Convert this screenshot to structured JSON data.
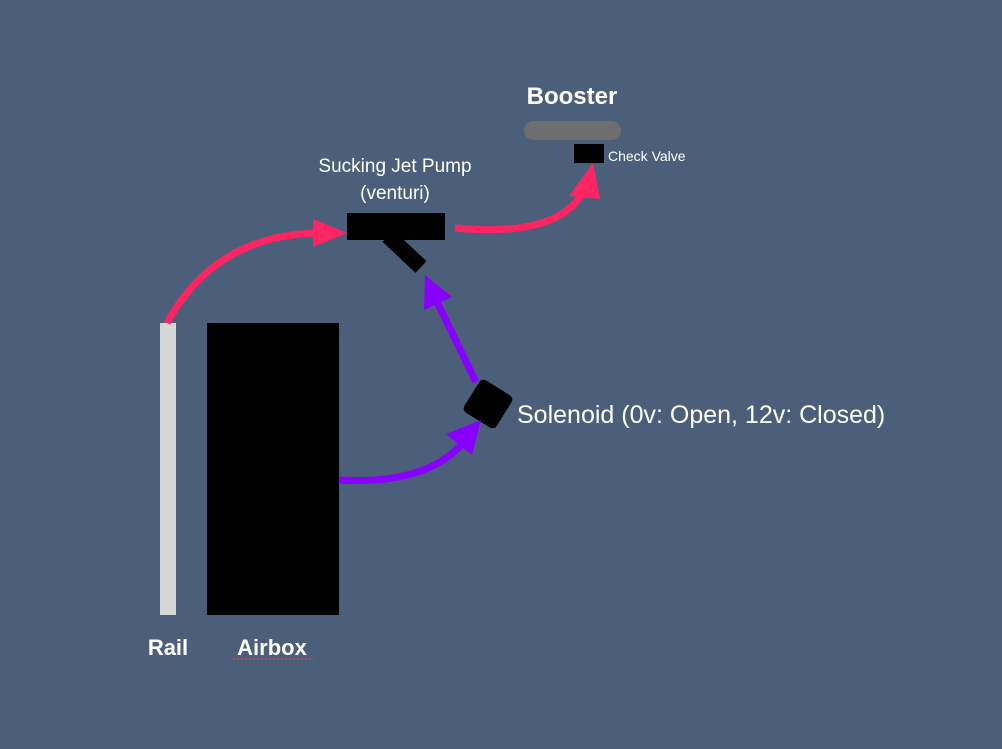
{
  "labels": {
    "booster": "Booster",
    "check_valve": "Check Valve",
    "pump_line1": "Sucking Jet Pump",
    "pump_line2": "(venturi)",
    "solenoid": "Solenoid (0v: Open, 12v: Closed)",
    "rail": "Rail",
    "airbox": "Airbox"
  },
  "colors": {
    "background": "#4b5f7a",
    "pressure_flow": "#ff2462",
    "vacuum_flow": "#8800ff",
    "rail": "#d6d6d6",
    "booster": "#6e6e6e",
    "component": "#000000"
  }
}
